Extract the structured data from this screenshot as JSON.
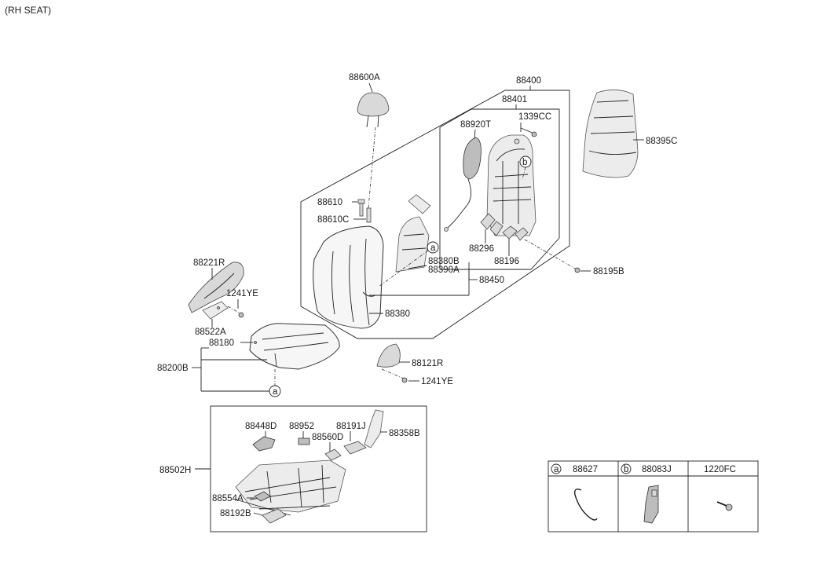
{
  "header": {
    "title": "(RH SEAT)"
  },
  "parts": {
    "p88600A": "88600A",
    "p88400": "88400",
    "p88401": "88401",
    "p88920T": "88920T",
    "p1339CC": "1339CC",
    "p88395C": "88395C",
    "p88610": "88610",
    "p88610C": "88610C",
    "p88380B": "88380B",
    "p88390A": "88390A",
    "p88450": "88450",
    "p88296": "88296",
    "p88196": "88196",
    "p88195B": "88195B",
    "p88221R": "88221R",
    "p1241YE_a": "1241YE",
    "p88522A": "88522A",
    "p88380": "88380",
    "p88180": "88180",
    "p88200B": "88200B",
    "p88121R": "88121R",
    "p1241YE_b": "1241YE",
    "p88448D": "88448D",
    "p88952": "88952",
    "p88191J": "88191J",
    "p88560D": "88560D",
    "p88358B": "88358B",
    "p88502H": "88502H",
    "p88554A": "88554A",
    "p88192B": "88192B"
  },
  "callouts": {
    "a": "a",
    "b": "b"
  },
  "legend": {
    "a_letter": "a",
    "a_part": "88627",
    "b_letter": "b",
    "b_part": "88083J",
    "c_part": "1220FC"
  }
}
